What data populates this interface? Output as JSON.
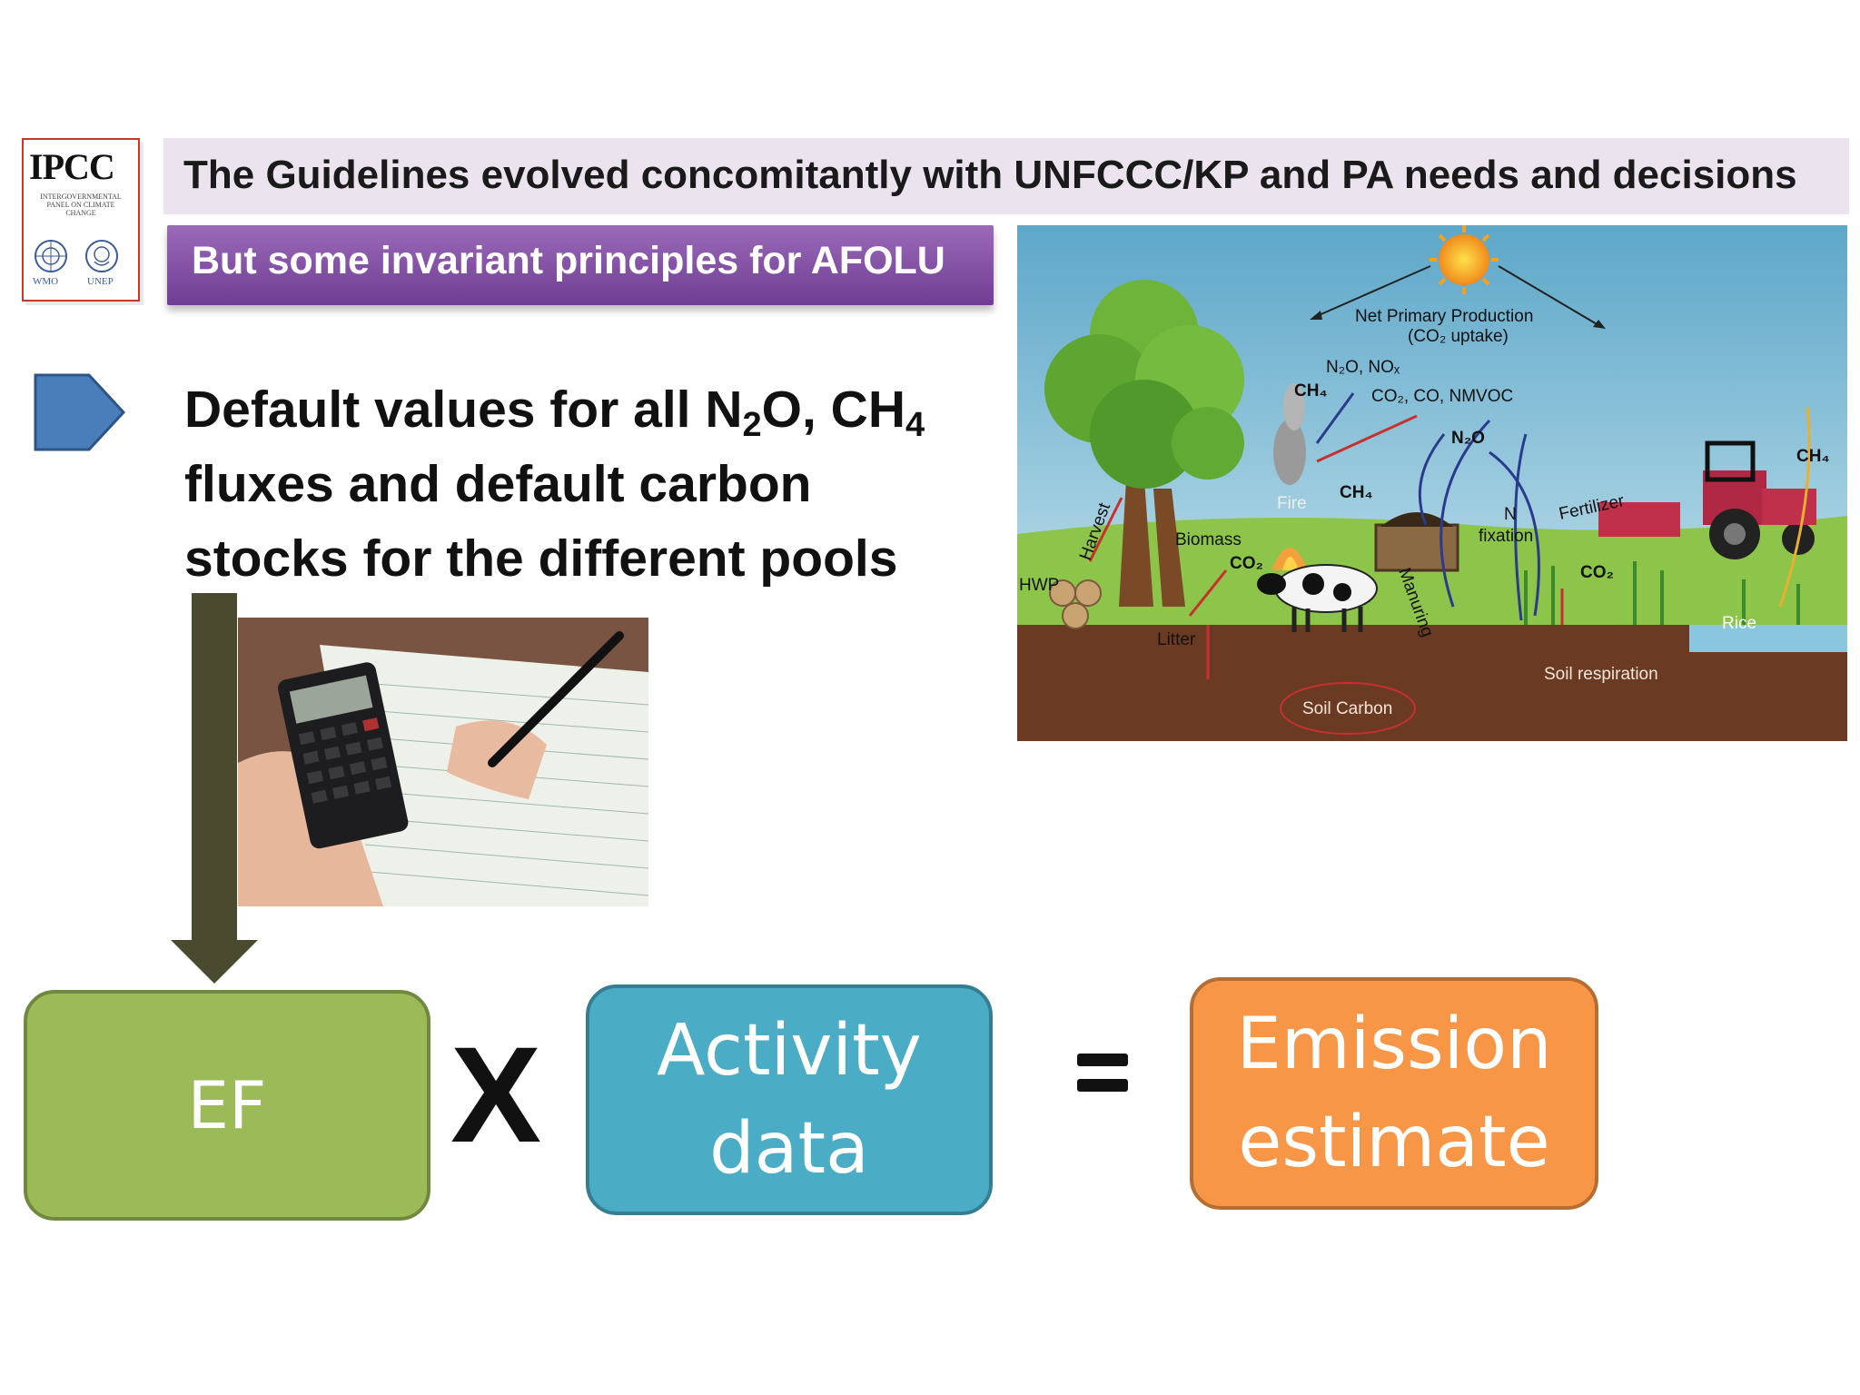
{
  "logo": {
    "acronym": "IPCC",
    "tagline": "INTERGOVERNMENTAL PANEL ON CLIMATE CHANGE",
    "org_left": "WMO",
    "org_right": "UNEP"
  },
  "header": {
    "title": "The Guidelines evolved concomitantly with UNFCCC/KP and PA needs and decisions",
    "subtitle": "But some invariant principles for AFOLU"
  },
  "main": {
    "line1_pre": "Default values for all N",
    "line1_sub1": "2",
    "line1_mid": "O, CH",
    "line1_sub2": "4",
    "line2": "fluxes and default carbon",
    "line3": "stocks for the different pools"
  },
  "illustration": {
    "npp": "Net Primary Production",
    "npp2": "(CO₂ uptake)",
    "n2o_nox": "N₂O, NOₓ",
    "ch4_a": "CH₄",
    "co2_co": "CO₂, CO, NMVOC",
    "n2o": "N₂O",
    "ch4_b": "CH₄",
    "ch4_c": "CH₄",
    "fire": "Fire",
    "harvest": "Harvest",
    "biomass": "Biomass",
    "co2_a": "CO₂",
    "hwp": "HWP",
    "litter": "Litter",
    "manuring": "Manuring",
    "n_fix1": "N",
    "n_fix2": "fixation",
    "fertilizer": "Fertilizer",
    "co2_b": "CO₂",
    "rice": "Rice",
    "soil_resp": "Soil respiration",
    "soil_carbon": "Soil Carbon"
  },
  "equation": {
    "ef": "EF",
    "times": "X",
    "activity1": "Activity",
    "activity2": "data",
    "emission1": "Emission",
    "emission2": "estimate"
  },
  "colors": {
    "ef_box": "#9bbb59",
    "activity_box": "#4bacc6",
    "emission_box": "#f79646",
    "subtitle_bar": "#7f4ba3",
    "title_bar": "#ebe4ee",
    "bullet": "#4a7ebb",
    "arrow": "#4a4a2e"
  }
}
